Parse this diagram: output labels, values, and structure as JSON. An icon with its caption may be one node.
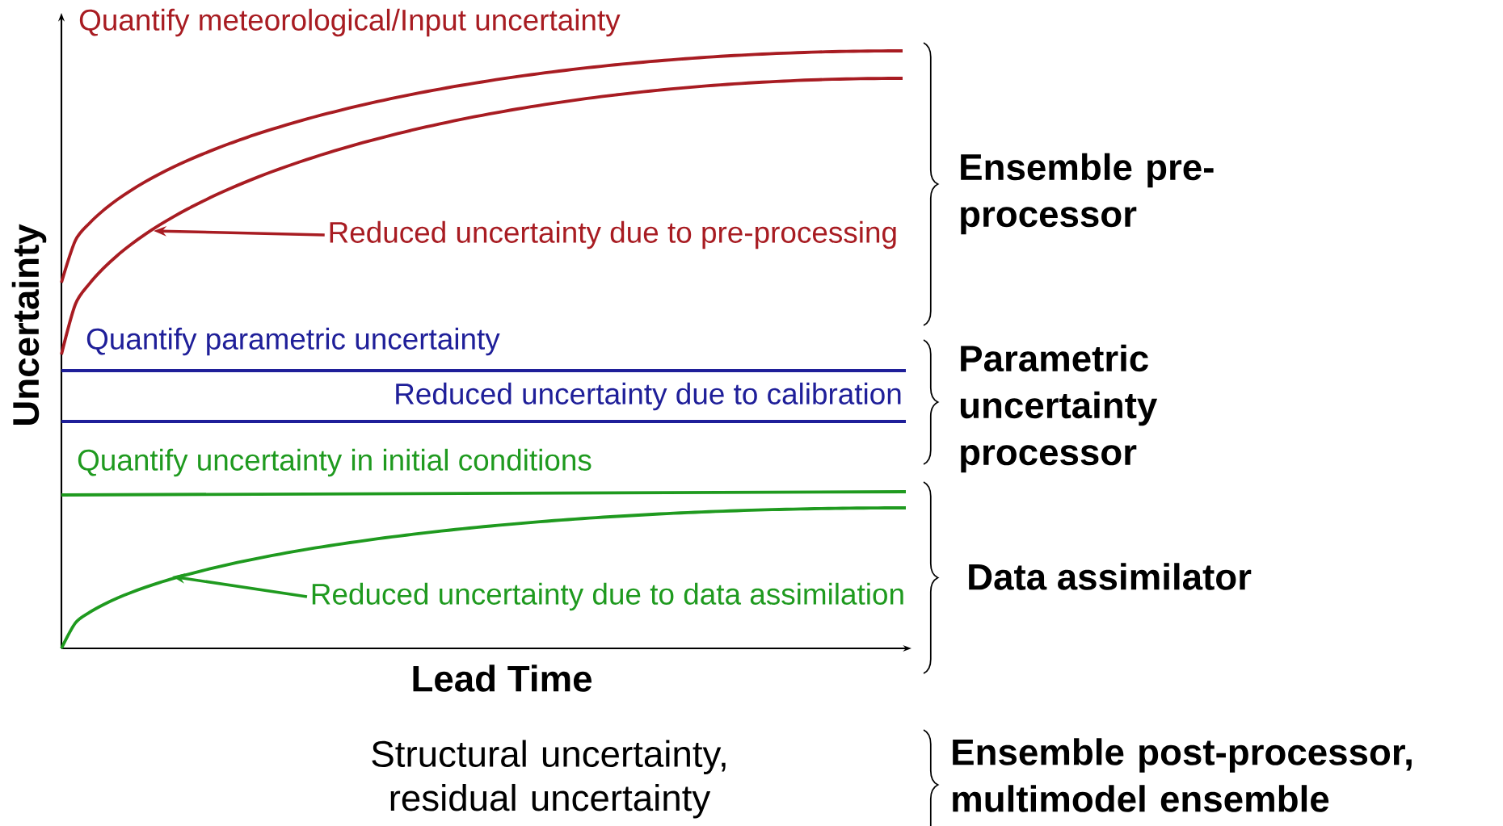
{
  "diagram": {
    "nodes": [
      {
        "text": [
          "Reduced uncertainty due to pre-processing"
        ]
      },
      {
        "text": [
          "Reduced uncertainty due to data assimilation"
        ]
      }
    ],
    "edges": [
      {
        "from": 0,
        "to": null,
        "arrow": "to",
        "color": "#a81c22"
      },
      {
        "from": 1,
        "to": null,
        "arrow": "to",
        "color": "#1f9a1f"
      }
    ],
    "labels": [
      "Quantify meteorological/Input uncertainty",
      "Ensemble pre- processor",
      "Quantify parametric uncertainty",
      "Parametric uncertainty processor",
      "Reduced uncertainty due to calibration",
      "Quantify uncertainty in initial conditions",
      "Data assimilator",
      "Uncertainty",
      "Lead Time",
      "Structural uncertainty, residual uncertainty",
      "Ensemble post-processor, multimodel ensemble"
    ]
  }
}
